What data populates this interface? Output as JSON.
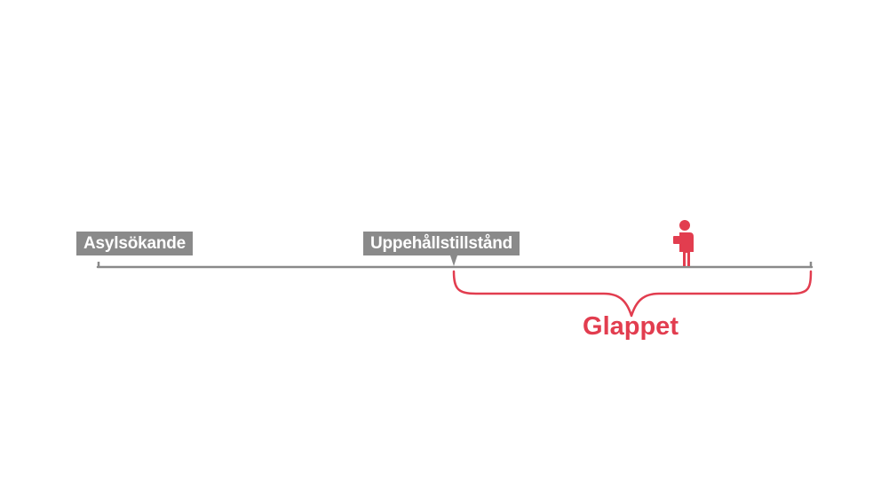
{
  "timeline": {
    "start_label": "Asylsökande",
    "middle_label": "Uppehållstillstånd",
    "gap_label": "Glappet"
  },
  "icons": {
    "person": "person-holding-paper-icon"
  },
  "colors": {
    "timeline_gray": "#8a8a8a",
    "gap_red": "#e23d4f",
    "background": "#ffffff"
  }
}
